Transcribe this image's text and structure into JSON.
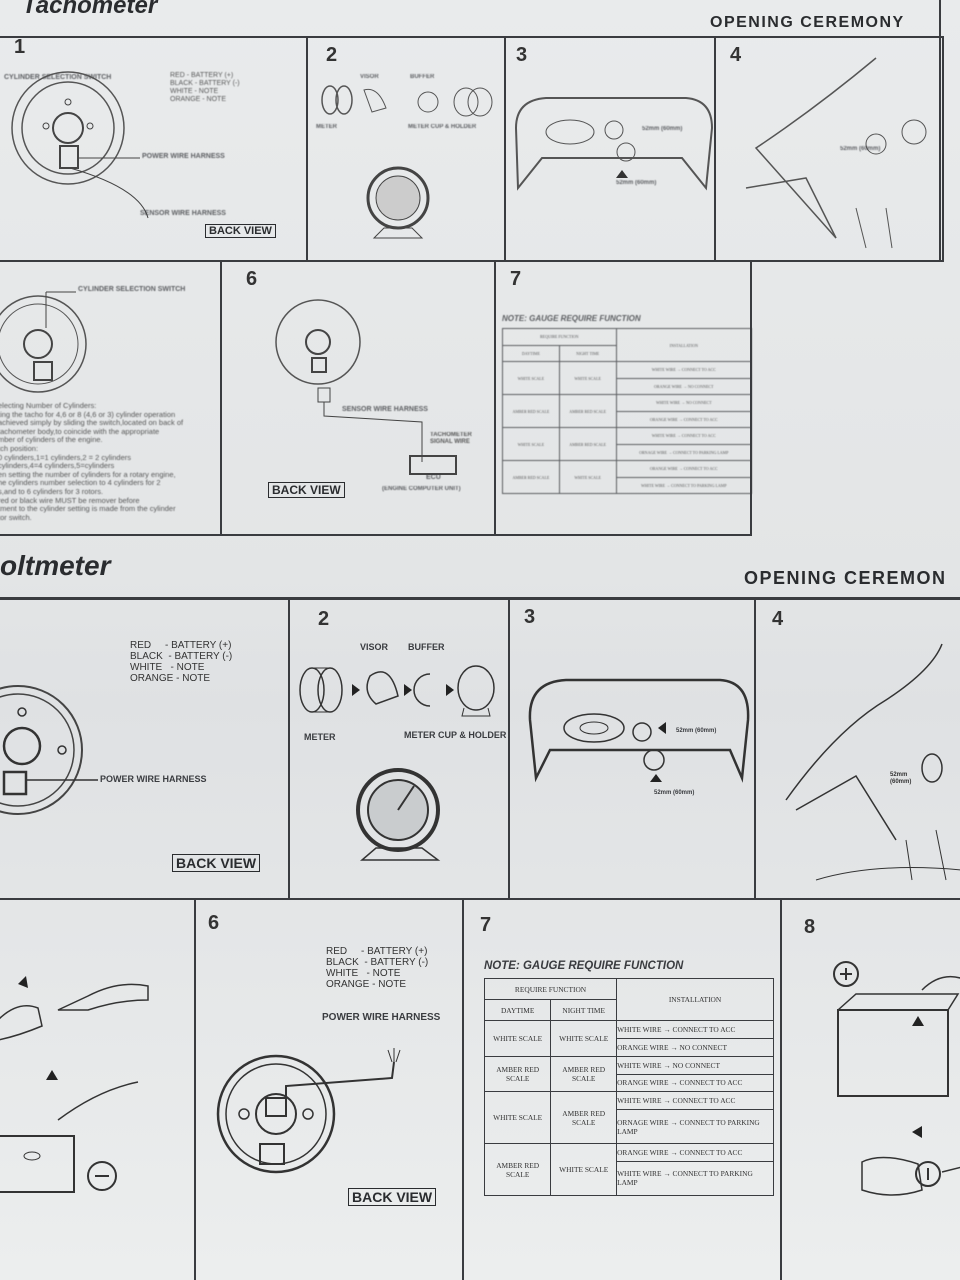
{
  "tach": {
    "title": "Tachometer",
    "ceremony": "OPENING CEREMONY",
    "panel_numbers": [
      "1",
      "2",
      "3",
      "4",
      "6",
      "7"
    ],
    "p1": {
      "switch_label": "CYLINDER SELECTION SWITCH",
      "power": "POWER WIRE HARNESS",
      "sensor": "SENSOR WIRE HARNESS",
      "back_view": "BACK VIEW",
      "wires": "RED - BATTERY (+)\nBLACK - BATTERY (-)\nWHITE - NOTE\nORANGE - NOTE"
    },
    "p2": {
      "visor": "VISOR",
      "buffer": "BUFFER",
      "meter": "METER",
      "cup": "METER CUP & HOLDER"
    },
    "p3": {
      "size_a": "52mm (60mm)",
      "size_b": "52mm (60mm)"
    },
    "p4": {
      "size": "52mm (60mm)"
    },
    "p5": {
      "switch_label": "CYLINDER SELECTION SWITCH",
      "text": "electing Number of Cylinders:\nting the tacho for 4,6 or 8 (4,6 or 3) cylinder operation\nachieved simply by sliding the switch,located on back of\ntachometer body,to coincide with the appropriate\nmber of cylinders of the engine.\ntch position:\n0 cylinders,1=1 cylinders,2 = 2 cylinders\ncylinders,4=4 cylinders,5=cylinders\nen setting the number of cylinders for a rotary engine,\nhe cylinders number selection to 4 cylinders for 2\ns,and to 6 cylinders for 3 rotors.\nred or black wire MUST be remover before\ntment to the cylinder setting is made from the cylinder\ntor switch."
    },
    "p6": {
      "sensor": "SENSOR WIRE HARNESS",
      "signal": "TACHOMETER\nSIGNAL WIRE",
      "ecu": "ECU",
      "ecu_sub": "(ENGINE COMPUTER UNIT)",
      "back_view": "BACK VIEW"
    },
    "p7": {
      "note": "NOTE: GAUGE REQUIRE FUNCTION"
    }
  },
  "volt": {
    "title": "oltmeter",
    "ceremony": "OPENING  CEREMON",
    "panel_numbers": [
      "2",
      "3",
      "4",
      "6",
      "7",
      "8"
    ],
    "p1": {
      "wires": "RED     - BATTERY (+)\nBLACK  - BATTERY (-)\nWHITE   - NOTE\nORANGE - NOTE",
      "power": "POWER WIRE HARNESS",
      "back_view": "BACK VIEW"
    },
    "p2": {
      "visor": "VISOR",
      "buffer": "BUFFER",
      "meter": "METER",
      "cup": "METER CUP & HOLDER"
    },
    "p3": {
      "size_a": "52mm (60mm)",
      "size_b": "52mm (60mm)"
    },
    "p4": {
      "size": "52mm\n(60mm)"
    },
    "p6": {
      "wires": "RED     - BATTERY (+)\nBLACK  - BATTERY (-)\nWHITE   - NOTE\nORANGE - NOTE",
      "power": "POWER WIRE HARNESS",
      "back_view": "BACK VIEW"
    },
    "p7": {
      "note": "NOTE: GAUGE REQUIRE FUNCTION"
    }
  },
  "table": {
    "require_function": "REQUIRE FUNCTION",
    "daytime": "DAYTIME",
    "night_time": "NIGHT TIME",
    "installation": "INSTALLATION",
    "rows": [
      {
        "day": "WHITE SCALE",
        "night": "WHITE SCALE",
        "inst": [
          "WHITE WIRE → CONNECT TO ACC",
          "ORANGE WIRE → NO CONNECT"
        ]
      },
      {
        "day": "AMBER RED SCALE",
        "night": "AMBER RED SCALE",
        "inst": [
          "WHITE WIRE → NO CONNECT",
          "ORANGE WIRE → CONNECT TO ACC"
        ]
      },
      {
        "day": "WHITE SCALE",
        "night": "AMBER RED SCALE",
        "inst": [
          "WHITE WIRE → CONNECT TO ACC",
          "ORNAGE WIRE → CONNECT TO PARKING LAMP"
        ]
      },
      {
        "day": "AMBER RED SCALE",
        "night": "WHITE SCALE",
        "inst": [
          "ORANGE WIRE → CONNECT TO ACC",
          "WHITE WIRE → CONNECT TO PARKING LAMP"
        ]
      }
    ]
  }
}
